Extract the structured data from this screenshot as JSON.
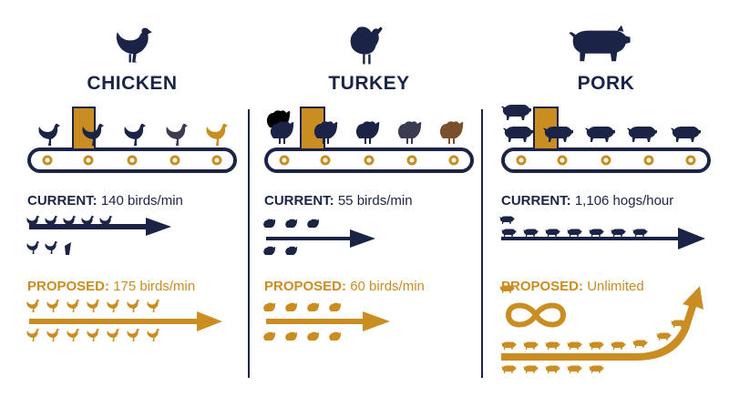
{
  "colors": {
    "navy": "#1b2447",
    "gold": "#c98d22",
    "brown": "#7a4f2d",
    "dark": "#3b3c52"
  },
  "columns": [
    {
      "title": "CHICKEN",
      "current_label": "CURRENT:",
      "current_value": "140 birds/min",
      "proposed_label": "PROPOSED:",
      "proposed_value": "175 birds/min",
      "icon": "chicken-icon",
      "current_rate": 140,
      "proposed_rate": 175
    },
    {
      "title": "TURKEY",
      "current_label": "CURRENT:",
      "current_value": "55 birds/min",
      "proposed_label": "PROPOSED:",
      "proposed_value": "60 birds/min",
      "icon": "turkey-icon",
      "current_rate": 55,
      "proposed_rate": 60
    },
    {
      "title": "PORK",
      "current_label": "CURRENT:",
      "current_value": "1,106 hogs/hour",
      "proposed_label": "PROPOSED:",
      "proposed_value": "Unlimited",
      "icon": "pig-icon",
      "current_rate": 1106,
      "proposed_rate": "unlimited"
    }
  ]
}
